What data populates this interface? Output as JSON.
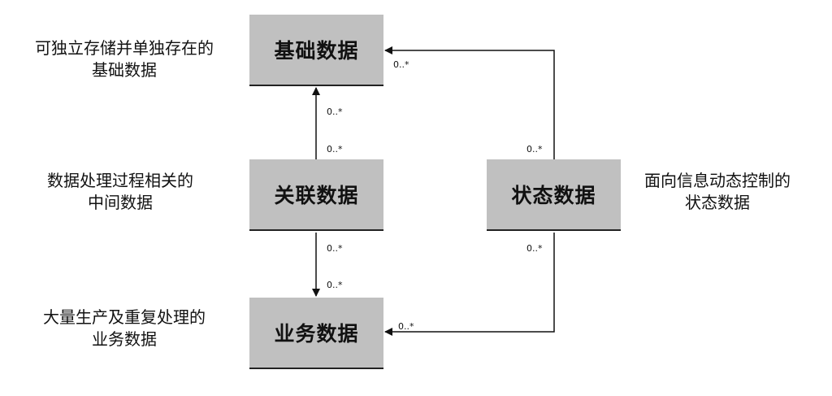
{
  "boxes": {
    "base": "基础数据",
    "assoc": "关联数据",
    "state": "状态数据",
    "biz": "业务数据"
  },
  "descriptions": {
    "base": [
      "可独立存储并单独存在的",
      "基础数据"
    ],
    "assoc": [
      "数据处理过程相关的",
      "中间数据"
    ],
    "state": [
      "面向信息动态控制的",
      "状态数据"
    ],
    "biz": [
      "大量生产及重复处理的",
      "业务数据"
    ]
  },
  "multiplicities": {
    "assoc_to_base_near_base": "0..*",
    "assoc_to_base_near_assoc": "0..*",
    "assoc_to_biz_near_assoc": "0..*",
    "assoc_to_biz_near_biz": "0..*",
    "state_to_base_near_base": "0..*",
    "state_to_base_near_state": "0..*",
    "state_to_biz_near_state": "0..*",
    "state_to_biz_near_biz": "0..*"
  },
  "colors": {
    "box_fill": "#c0c0c0",
    "line": "#111111"
  }
}
